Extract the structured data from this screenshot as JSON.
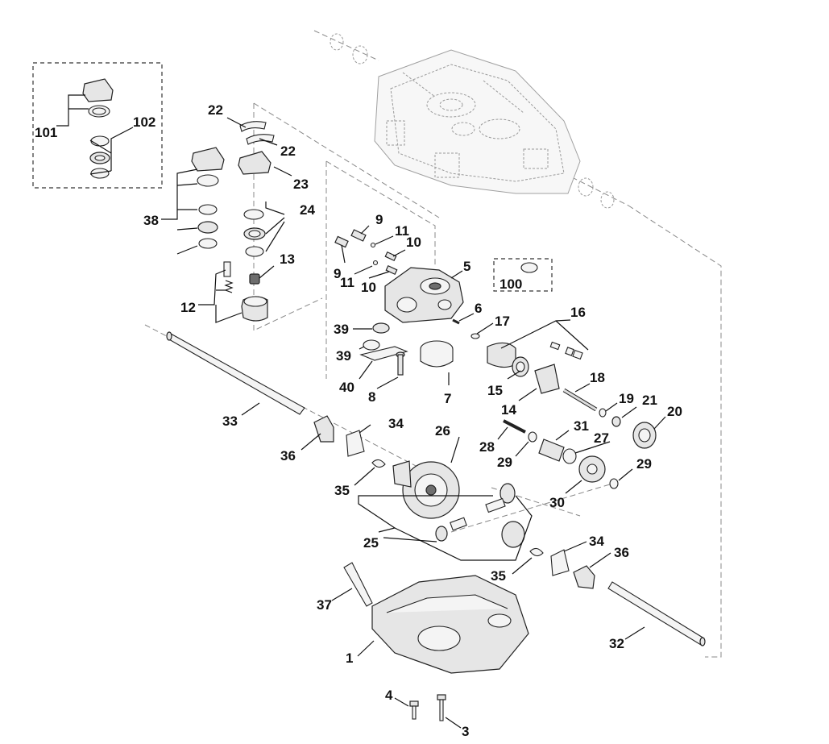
{
  "diagram": {
    "callouts": {
      "c1": "1",
      "c3": "3",
      "c4": "4",
      "c5": "5",
      "c6": "6",
      "c7": "7",
      "c8": "8",
      "c9a": "9",
      "c9b": "9",
      "c10a": "10",
      "c10b": "10",
      "c11a": "11",
      "c11b": "11",
      "c12": "12",
      "c13": "13",
      "c14": "14",
      "c15": "15",
      "c16": "16",
      "c17": "17",
      "c18": "18",
      "c19": "19",
      "c20": "20",
      "c21": "21",
      "c22a": "22",
      "c22b": "22",
      "c23": "23",
      "c24": "24",
      "c25": "25",
      "c26": "26",
      "c27": "27",
      "c28": "28",
      "c29a": "29",
      "c29b": "29",
      "c30": "30",
      "c31": "31",
      "c32": "32",
      "c33": "33",
      "c34a": "34",
      "c34b": "34",
      "c35a": "35",
      "c35b": "35",
      "c36a": "36",
      "c36b": "36",
      "c37": "37",
      "c38": "38",
      "c39a": "39",
      "c39b": "39",
      "c40": "40",
      "c100": "100",
      "c101": "101",
      "c102": "102"
    }
  }
}
